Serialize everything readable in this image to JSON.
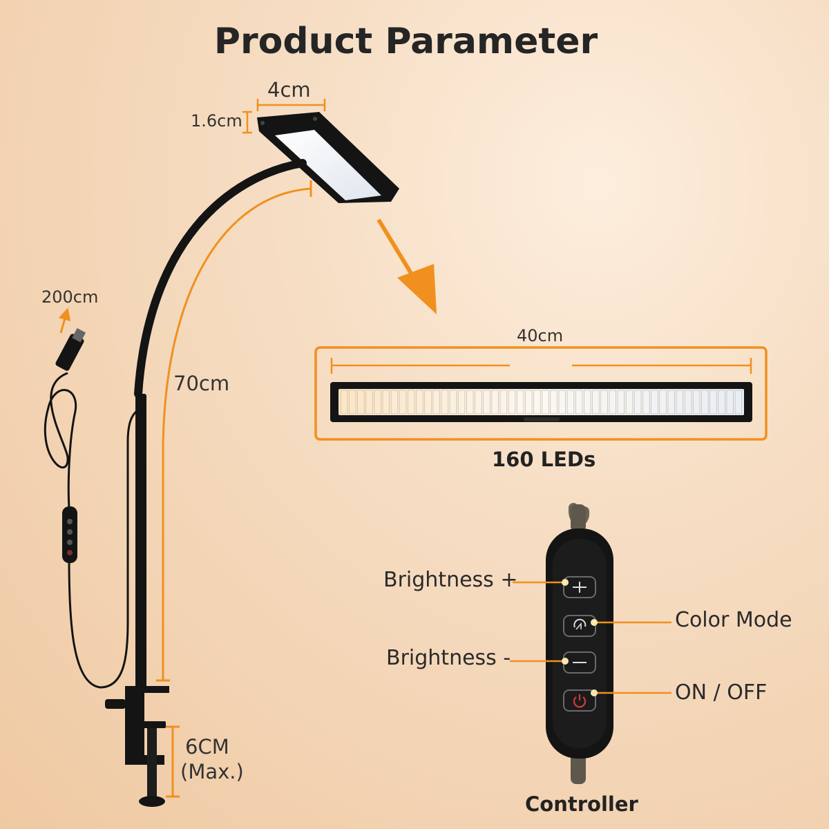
{
  "title": "Product Parameter",
  "lamp": {
    "head_width": "4cm",
    "head_thickness": "1.6cm",
    "arm_length": "70cm",
    "cable_length": "200cm",
    "clamp_opening": "6CM",
    "clamp_note": "(Max.)"
  },
  "light_bar": {
    "length": "40cm",
    "led_count": "160 LEDs",
    "led_segments": 48
  },
  "controller": {
    "title": "Controller",
    "buttons": [
      {
        "label": "Brightness +",
        "icon": "plus-icon"
      },
      {
        "label": "Color Mode",
        "icon": "color-mode-icon"
      },
      {
        "label": "Brightness -",
        "icon": "minus-icon"
      },
      {
        "label": "ON / OFF",
        "icon": "power-icon"
      }
    ]
  },
  "colors": {
    "accent": "#f0901e",
    "lamp_body": "#141414",
    "power_button": "#d43a3a"
  }
}
